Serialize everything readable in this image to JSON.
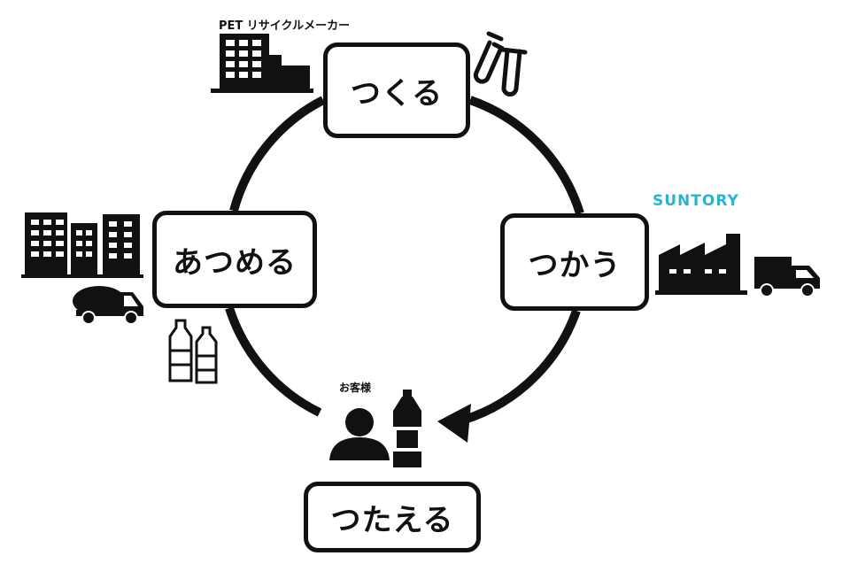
{
  "nodes": {
    "tsukuru": "つくる",
    "tsukau": "つかう",
    "tsutaeru": "つたえる",
    "atsumeru": "あつめる"
  },
  "labels": {
    "pet_maker": "PET リサイクルメーカー",
    "customer": "お客様",
    "suntory": "SUNTORY"
  },
  "colors": {
    "stroke": "#111111",
    "background": "#ffffff",
    "suntory_brand": "#27b4d2"
  },
  "icons": [
    "office-building-icon",
    "test-tubes-icon",
    "factory-icon",
    "delivery-truck-icon",
    "apartment-buildings-icon",
    "garbage-truck-icon",
    "pet-bottles-icon",
    "customer-person-icon",
    "drink-bottle-icon"
  ]
}
